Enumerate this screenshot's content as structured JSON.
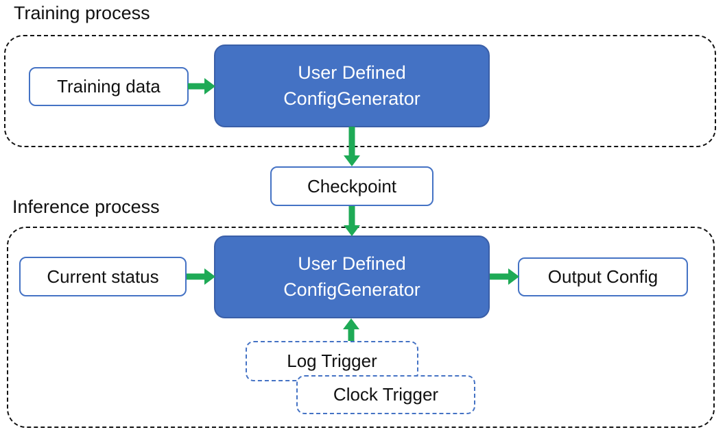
{
  "diagram": {
    "training": {
      "label": "Training process",
      "input_box": "Training data",
      "generator_line1": "User Defined",
      "generator_line2": "ConfigGenerator"
    },
    "checkpoint_box": "Checkpoint",
    "inference": {
      "label": "Inference process",
      "input_box": "Current status",
      "generator_line1": "User Defined",
      "generator_line2": "ConfigGenerator",
      "output_box": "Output Config",
      "triggers": [
        {
          "label": "Log Trigger"
        },
        {
          "label": "Clock Trigger"
        }
      ]
    },
    "colors": {
      "box_fill_blue": "#4472C4",
      "box_border_blue": "#3A5FA8",
      "outline_blue": "#4472C4",
      "arrow_green": "#1EAA56",
      "boundary_black": "#111111",
      "text_dark": "#111111",
      "text_light": "#FFFFFF"
    }
  }
}
